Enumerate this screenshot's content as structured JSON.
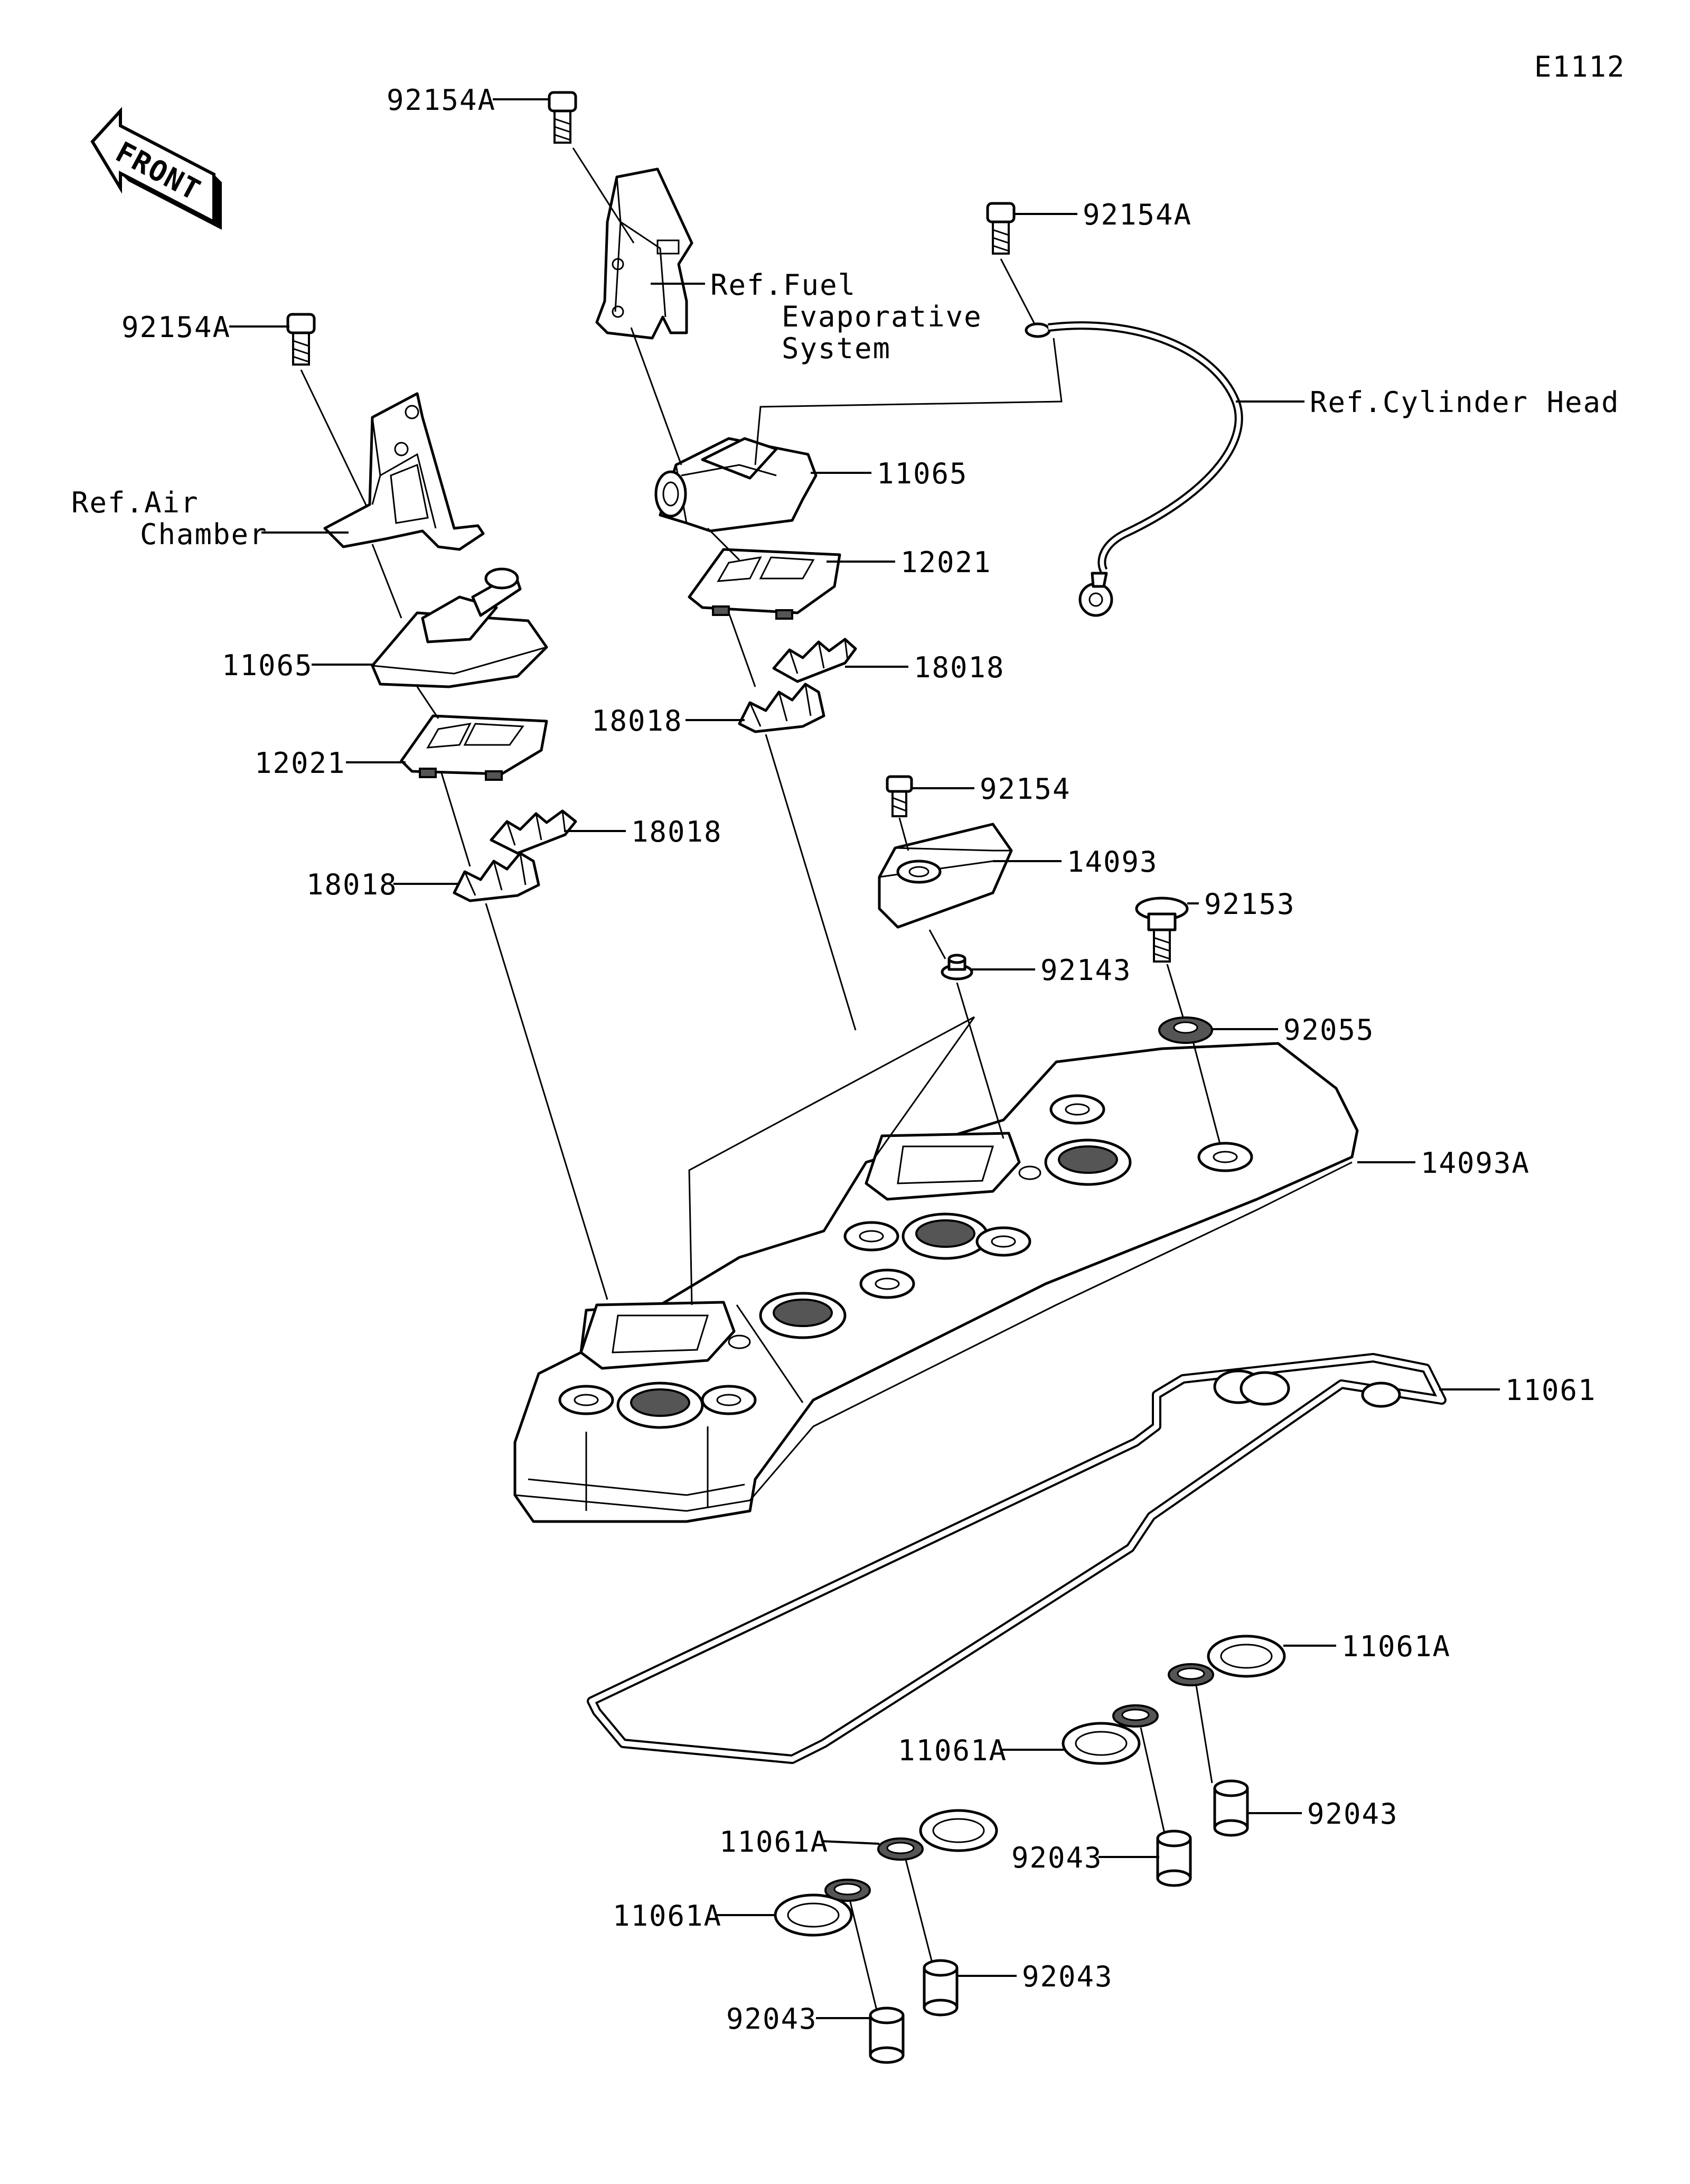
{
  "diagram_code": "E1112",
  "front_label": "FRONT",
  "refs": {
    "fuel": [
      "Ref.Fuel",
      "Evaporative",
      "System"
    ],
    "air": [
      "Ref.Air",
      "Chamber"
    ],
    "cylinder": "Ref.Cylinder Head"
  },
  "callouts": [
    {
      "id": "c1",
      "text": "92154A"
    },
    {
      "id": "c2",
      "text": "92154A"
    },
    {
      "id": "c3",
      "text": "92154A"
    },
    {
      "id": "c4",
      "text": "11065"
    },
    {
      "id": "c5",
      "text": "12021"
    },
    {
      "id": "c6",
      "text": "18018"
    },
    {
      "id": "c7",
      "text": "18018"
    },
    {
      "id": "c8",
      "text": "11065"
    },
    {
      "id": "c9",
      "text": "12021"
    },
    {
      "id": "c10",
      "text": "18018"
    },
    {
      "id": "c11",
      "text": "18018"
    },
    {
      "id": "c12",
      "text": "92154"
    },
    {
      "id": "c13",
      "text": "14093"
    },
    {
      "id": "c14",
      "text": "92153"
    },
    {
      "id": "c15",
      "text": "92143"
    },
    {
      "id": "c16",
      "text": "92055"
    },
    {
      "id": "c17",
      "text": "14093A"
    },
    {
      "id": "c18",
      "text": "11061"
    },
    {
      "id": "c19",
      "text": "11061A"
    },
    {
      "id": "c20",
      "text": "11061A"
    },
    {
      "id": "c21",
      "text": "11061A"
    },
    {
      "id": "c22",
      "text": "11061A"
    },
    {
      "id": "c23",
      "text": "92043"
    },
    {
      "id": "c24",
      "text": "92043"
    },
    {
      "id": "c25",
      "text": "92043"
    },
    {
      "id": "c26",
      "text": "92043"
    }
  ]
}
